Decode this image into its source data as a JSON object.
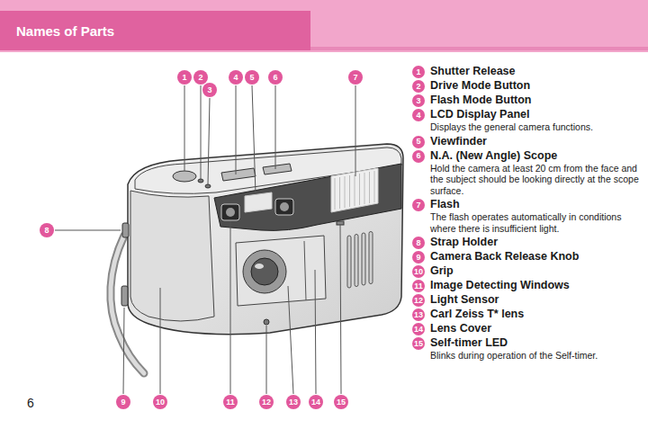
{
  "diagram": {
    "title": "Names of Parts",
    "nodes": [
      {
        "text": [
          "1"
        ]
      },
      {
        "text": [
          "2"
        ]
      },
      {
        "text": [
          "3"
        ]
      },
      {
        "text": [
          "4"
        ]
      },
      {
        "text": [
          "5"
        ]
      },
      {
        "text": [
          "6"
        ]
      },
      {
        "text": [
          "7"
        ]
      },
      {
        "text": [
          "8"
        ]
      },
      {
        "text": [
          "9"
        ]
      },
      {
        "text": [
          "10"
        ]
      },
      {
        "text": [
          "11"
        ]
      },
      {
        "text": [
          "12"
        ]
      },
      {
        "text": [
          "13"
        ]
      },
      {
        "text": [
          "14"
        ]
      },
      {
        "text": [
          "15"
        ]
      },
      {
        "text": [
          "1"
        ]
      },
      {
        "text": [
          "2"
        ]
      },
      {
        "text": [
          "3"
        ]
      },
      {
        "text": [
          "4"
        ]
      },
      {
        "text": [
          "5"
        ]
      },
      {
        "text": [
          "6"
        ]
      },
      {
        "text": [
          "7"
        ]
      },
      {
        "text": [
          "8"
        ]
      },
      {
        "text": [
          "9"
        ]
      },
      {
        "text": [
          "10"
        ]
      },
      {
        "text": [
          "11"
        ]
      },
      {
        "text": [
          "12"
        ]
      },
      {
        "text": [
          "13"
        ]
      },
      {
        "text": [
          "14"
        ]
      },
      {
        "text": [
          "15"
        ]
      }
    ],
    "labels": [
      "Shutter Release",
      "Drive Mode Button",
      "Flash Mode Button",
      "LCD Display Panel",
      "Displays the general camera functions.",
      "Viewfinder",
      "N.A. (New Angle) Scope",
      "Hold the camera at least 20 cm from the face and the subject should be looking directly at the scope surface.",
      "Flash",
      "The flash operates automatically in conditions where there is insufficient light.",
      "Strap Holder",
      "Camera Back Release Knob",
      "Grip",
      "Image Detecting Windows",
      "Light Sensor",
      "Carl Zeiss T* lens",
      "Lens Cover",
      "Self-timer LED",
      "Blinks during operation of the Self-timer.",
      "6"
    ]
  }
}
